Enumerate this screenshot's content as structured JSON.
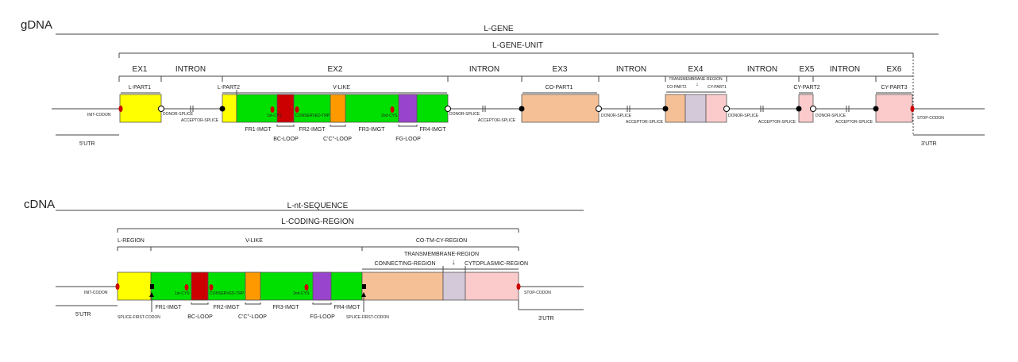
{
  "colors": {
    "l_part": "#ffff00",
    "v_like": "#00e000",
    "bc_loop": "#cc0000",
    "cc_loop": "#ff9900",
    "fg_loop": "#9944cc",
    "connecting": "#f6c096",
    "transmembrane": "#d4c9d9",
    "cytoplasmic": "#fbcaca",
    "dot": "#cc0000",
    "splice_open": "#ffffff",
    "splice_closed": "#000000"
  },
  "gdna": {
    "title": "gDNA",
    "l_gene": "L-GENE",
    "l_gene_unit": "L-GENE-UNIT",
    "exons": [
      "EX1",
      "INTRON",
      "EX2",
      "INTRON",
      "EX3",
      "INTRON",
      "EX4",
      "INTRON",
      "EX5",
      "INTRON",
      "EX6"
    ],
    "parts": {
      "l_part1": "L-PART1",
      "l_part2": "L-PART2",
      "v_like": "V-LIKE",
      "co_part1": "CO-PART1",
      "transmembrane_region": "TRANSMEMBRANE-REGION",
      "co_part2": "CO-PART2",
      "cy_part1": "CY-PART1",
      "cy_part2": "CY-PART2",
      "cy_part3": "CY-PART3"
    },
    "regions": {
      "fr1": "FR1-IMGT",
      "fr2": "FR2-IMGT",
      "fr3": "FR3-IMGT",
      "fr4": "FR4-IMGT",
      "bc_loop": "BC-LOOP",
      "cc_loop": "C'C''-LOOP",
      "fg_loop": "FG-LOOP"
    },
    "markers": {
      "init_codon": "INIT-CODON",
      "stop_codon": "STOP-CODON",
      "donor_splice": "DONOR-SPLICE",
      "acceptor_splice": "ACCEPTOR-SPLICE",
      "first_cys": "1st-CYS",
      "conserved_trp": "CONSERVED-TRP",
      "second_cys": "2nd-CYS"
    },
    "utr5": "5'UTR",
    "utr3": "3'UTR"
  },
  "cdna": {
    "title": "cDNA",
    "l_nt_sequence": "L-nt-SEQUENCE",
    "l_coding_region": "L-CODING-REGION",
    "l_region": "L-REGION",
    "v_like": "V-LIKE",
    "co_tm_cy_region": "CO-TM-CY-REGION",
    "transmembrane_region": "TRANSMEMBRANE-REGION",
    "connecting_region": "CONNECTING-REGION",
    "cytoplasmic_region": "CYTOPLASMIC-REGION",
    "regions": {
      "fr1": "FR1-IMGT",
      "fr2": "FR2-IMGT",
      "fr3": "FR3-IMGT",
      "fr4": "FR4-IMGT",
      "bc_loop": "BC-LOOP",
      "cc_loop": "C'C''-LOOP",
      "fg_loop": "FG-LOOP"
    },
    "markers": {
      "init_codon": "INIT-CODON",
      "stop_codon": "STOP-CODON",
      "splice_first_codon": "SPLICE-FIRST-CODON",
      "first_cys": "1st-CYS",
      "conserved_trp": "CONSERVED-TRP",
      "second_cys": "2nd-CYS"
    },
    "utr5": "5'UTR",
    "utr3": "3'UTR"
  }
}
